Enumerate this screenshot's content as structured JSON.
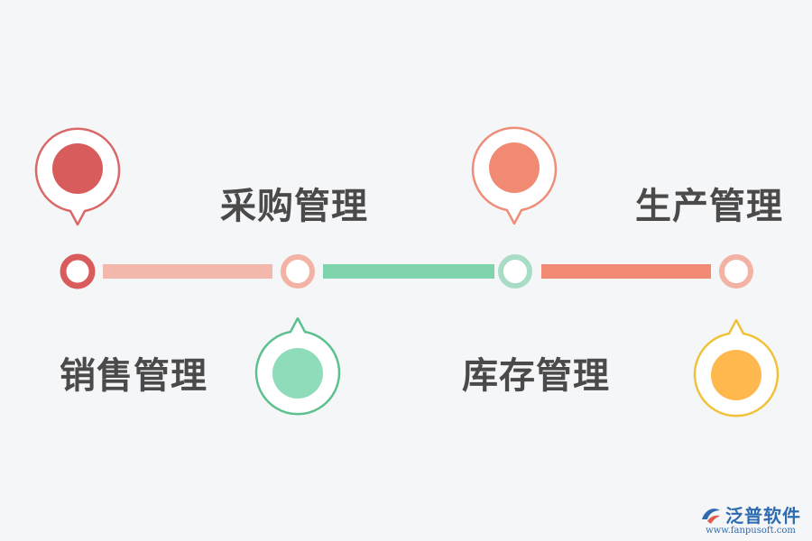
{
  "steps": [
    {
      "label": "销售管理",
      "color": "#d95c5c",
      "bar_color": "#f2b8ac",
      "pin_side": "above"
    },
    {
      "label": "采购管理",
      "color": "#f2b3a5",
      "bar_color": "#7fd4ad",
      "pin_side": "below"
    },
    {
      "label": "库存管理",
      "color": "#a8dcc4",
      "bar_color": "#f08a72",
      "pin_side": "above"
    },
    {
      "label": "生产管理",
      "color": "#f2b3a5",
      "pin_side": "below"
    }
  ],
  "pins": [
    {
      "ring": "#d96868",
      "fill": "#d95c5c"
    },
    {
      "ring": "#5cc08f",
      "fill": "#8fdcbb"
    },
    {
      "ring": "#ee8e78",
      "fill": "#f08a72"
    },
    {
      "ring": "#f0c23a",
      "fill": "#ffb84d"
    }
  ],
  "watermark": {
    "name": "泛普软件",
    "url": "www.fanpusoft.com",
    "color": "#2e6bb0"
  }
}
